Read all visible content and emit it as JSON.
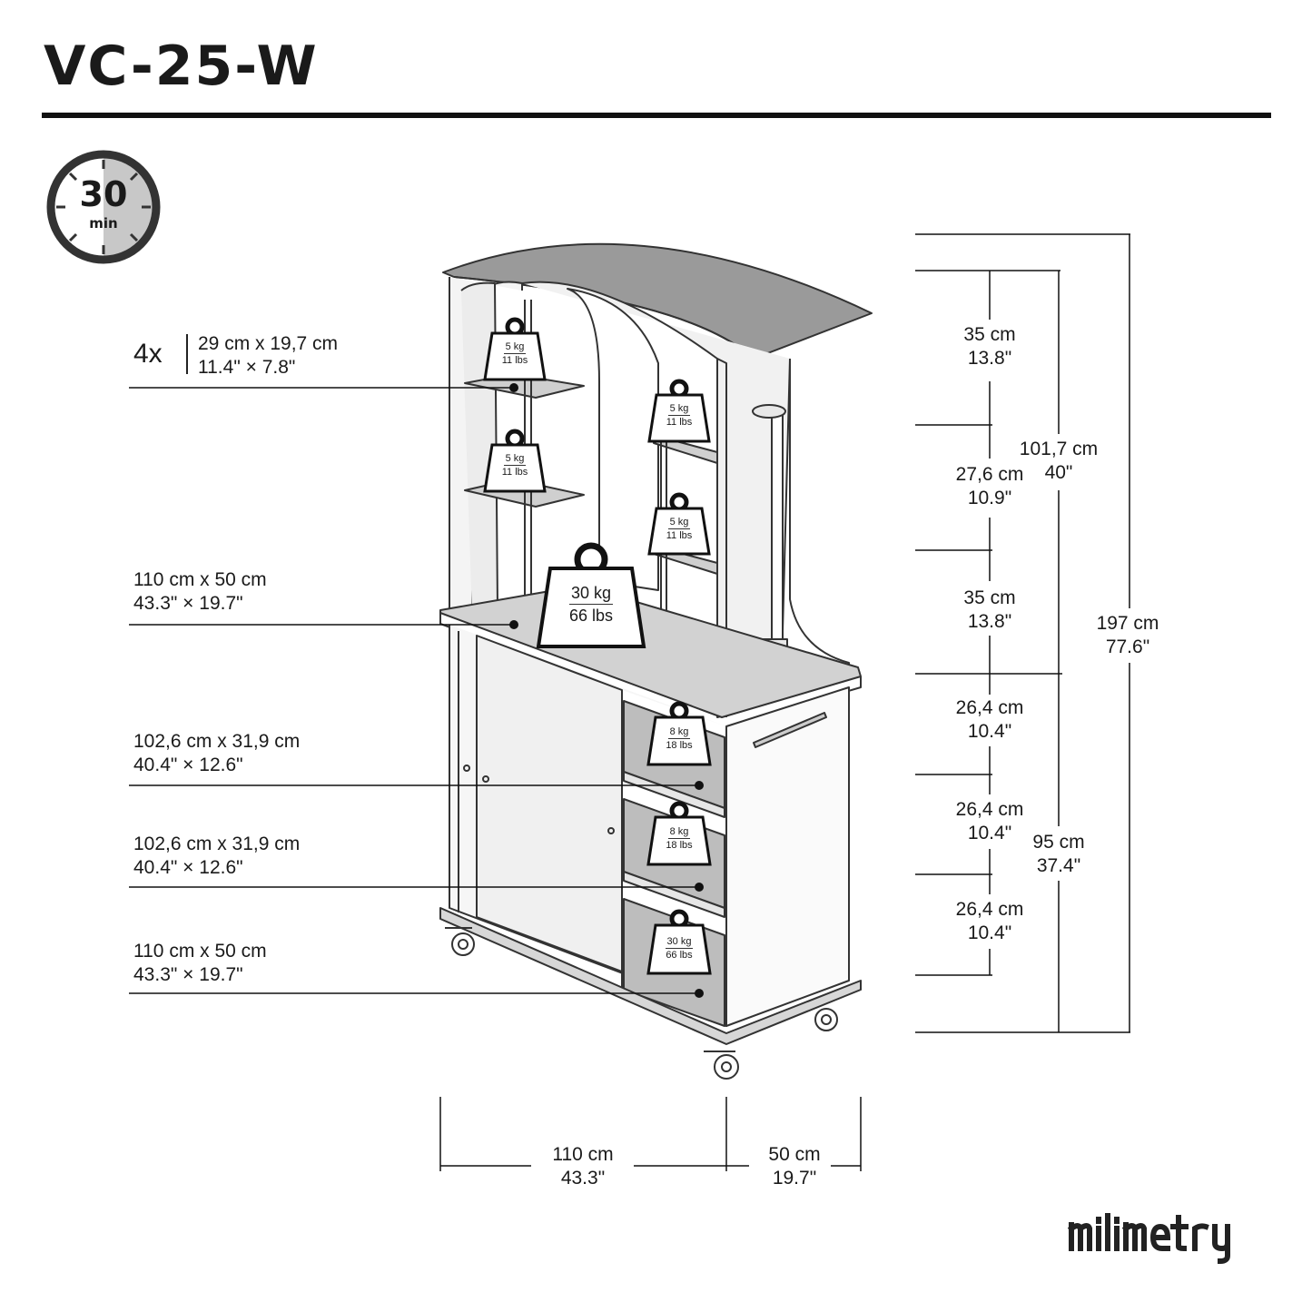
{
  "product": {
    "title": "VC-25-W"
  },
  "timer": {
    "value": "30",
    "unit": "min"
  },
  "shelf_labels": {
    "count": "4x",
    "small_shelf_cm": "29 cm x 19,7 cm",
    "small_shelf_in": "11.4\" × 7.8\"",
    "counter_top_cm": "110 cm x 50 cm",
    "counter_top_in": "43.3\" × 19.7\"",
    "inner_shelf_1_cm": "102,6 cm x 31,9 cm",
    "inner_shelf_1_in": "40.4\" × 12.6\"",
    "inner_shelf_2_cm": "102,6 cm x 31,9 cm",
    "inner_shelf_2_in": "40.4\" × 12.6\"",
    "bottom_cm": "110 cm x 50 cm",
    "bottom_in": "43.3\" × 19.7\""
  },
  "weights": {
    "small_a_kg": "5 kg",
    "small_a_lbs": "11 lbs",
    "small_b_kg": "5 kg",
    "small_b_lbs": "11 lbs",
    "small_c_kg": "5 kg",
    "small_c_lbs": "11 lbs",
    "small_d_kg": "5 kg",
    "small_d_lbs": "11 lbs",
    "top_big_kg": "30 kg",
    "top_big_lbs": "66 lbs",
    "inner_1_kg": "8 kg",
    "inner_1_lbs": "18 lbs",
    "inner_2_kg": "8 kg",
    "inner_2_lbs": "18 lbs",
    "inner_3_kg": "30 kg",
    "inner_3_lbs": "66 lbs"
  },
  "heights": {
    "seg1_cm": "35 cm",
    "seg1_in": "13.8\"",
    "seg2_cm": "27,6 cm",
    "seg2_in": "10.9\"",
    "seg3_cm": "35 cm",
    "seg3_in": "13.8\"",
    "seg4_cm": "26,4 cm",
    "seg4_in": "10.4\"",
    "seg5_cm": "26,4 cm",
    "seg5_in": "10.4\"",
    "seg6_cm": "26,4 cm",
    "seg6_in": "10.4\"",
    "upper_cm": "101,7 cm",
    "upper_in": "40\"",
    "lower_cm": "95 cm",
    "lower_in": "37.4\"",
    "total_cm": "197 cm",
    "total_in": "77.6\""
  },
  "widths": {
    "width_cm": "110 cm",
    "width_in": "43.3\"",
    "depth_cm": "50 cm",
    "depth_in": "19.7\""
  },
  "brand": {
    "logo_text": "milimetry"
  }
}
